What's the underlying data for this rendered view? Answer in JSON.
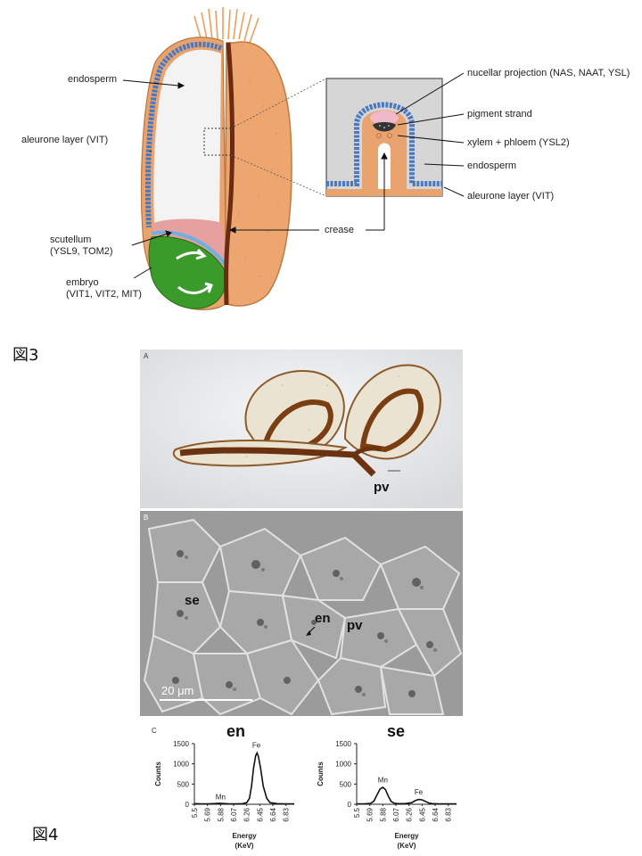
{
  "figure3": {
    "caption": "図3",
    "labels": {
      "endosperm": "endosperm",
      "aleurone": "aleurone layer (VIT)",
      "scutellum_line1": "scutellum",
      "scutellum_line2": "(YSL9, TOM2)",
      "embryo_line1": "embryo",
      "embryo_line2": "(VIT1, VIT2, MIT)",
      "crease": "crease",
      "nucellar": "nucellar projection (NAS, NAAT, YSL)",
      "pigment": "pigment strand",
      "xylem": "xylem + phloem (YSL2)",
      "inset_endosperm": "endosperm",
      "inset_aleurone": "aleurone layer (VIT)"
    },
    "colors": {
      "seed_coat": "#e8a06a",
      "aleurone": "#4a78c0",
      "embryo": "#3a9a2a",
      "scutellum": "#e8a0a0",
      "endosperm": "#f3f3f3",
      "crease": "#6b2a12"
    }
  },
  "figure4": {
    "caption": "図4",
    "panelA": {
      "letter": "A",
      "label": "pv"
    },
    "panelB": {
      "letter": "B",
      "label_se": "se",
      "label_en": "en",
      "label_pv": "pv",
      "scale_bar": "20 μm"
    },
    "panelC": {
      "letter": "C"
    }
  },
  "chart_data": [
    {
      "type": "line",
      "title": "en",
      "xlabel": "Energy\n(KeV)",
      "ylabel": "Counts",
      "x_ticks": [
        "5.5",
        "5.69",
        "5.88",
        "6.07",
        "6.26",
        "6.45",
        "6.64",
        "6.83"
      ],
      "ylim": [
        0,
        1500
      ],
      "y_ticks": [
        0,
        500,
        1000,
        1500
      ],
      "xlim": [
        5.5,
        6.95
      ],
      "annotations": [
        {
          "text": "Mn",
          "x": 5.88,
          "y": 60
        },
        {
          "text": "Fe",
          "x": 6.4,
          "y": 1330
        }
      ],
      "series": [
        {
          "x": [
            5.5,
            5.6,
            5.7,
            5.8,
            5.85,
            5.9,
            5.95,
            6.0,
            6.1,
            6.2,
            6.26,
            6.3,
            6.33,
            6.36,
            6.39,
            6.41,
            6.43,
            6.46,
            6.5,
            6.55,
            6.6,
            6.7,
            6.8,
            6.9,
            6.95
          ],
          "y": [
            15,
            10,
            12,
            18,
            25,
            20,
            15,
            10,
            10,
            15,
            40,
            150,
            450,
            900,
            1200,
            1270,
            1180,
            900,
            450,
            150,
            40,
            15,
            10,
            10,
            8
          ]
        }
      ]
    },
    {
      "type": "line",
      "title": "se",
      "xlabel": "Energy\n(KeV)",
      "ylabel": "Counts",
      "x_ticks": [
        "5.5",
        "5.69",
        "5.88",
        "6.07",
        "6.26",
        "6.45",
        "6.64",
        "6.83"
      ],
      "ylim": [
        0,
        1500
      ],
      "y_ticks": [
        0,
        500,
        1000,
        1500
      ],
      "xlim": [
        5.5,
        6.95
      ],
      "annotations": [
        {
          "text": "Mn",
          "x": 5.88,
          "y": 470
        },
        {
          "text": "Fe",
          "x": 6.4,
          "y": 180
        }
      ],
      "series": [
        {
          "x": [
            5.5,
            5.6,
            5.7,
            5.75,
            5.8,
            5.84,
            5.88,
            5.92,
            5.96,
            6.0,
            6.05,
            6.1,
            6.2,
            6.3,
            6.35,
            6.4,
            6.45,
            6.5,
            6.55,
            6.6,
            6.7,
            6.8,
            6.95
          ],
          "y": [
            10,
            10,
            20,
            80,
            250,
            380,
            420,
            360,
            200,
            70,
            25,
            15,
            15,
            40,
            90,
            120,
            110,
            70,
            30,
            15,
            10,
            8,
            8
          ]
        }
      ]
    }
  ]
}
